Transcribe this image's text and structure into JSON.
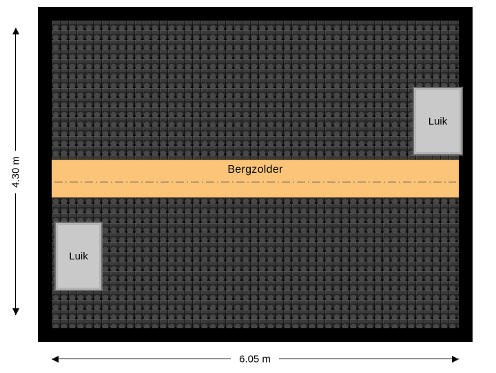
{
  "plan": {
    "type": "attic-roof-floorplan",
    "band": {
      "label": "Bergzolder",
      "color": "#fbc478"
    },
    "hatches": [
      {
        "label": "Luik",
        "position": "top-right"
      },
      {
        "label": "Luik",
        "position": "bottom-left"
      }
    ],
    "dimensions": {
      "height_label": "4.30 m",
      "width_label": "6.05 m"
    },
    "colors": {
      "roof_tiles": "#2a2a2a",
      "plan_border": "#000000",
      "band_fill": "#fbc478",
      "hatch_fill": "#c9c9c9",
      "background": "#ffffff"
    }
  }
}
